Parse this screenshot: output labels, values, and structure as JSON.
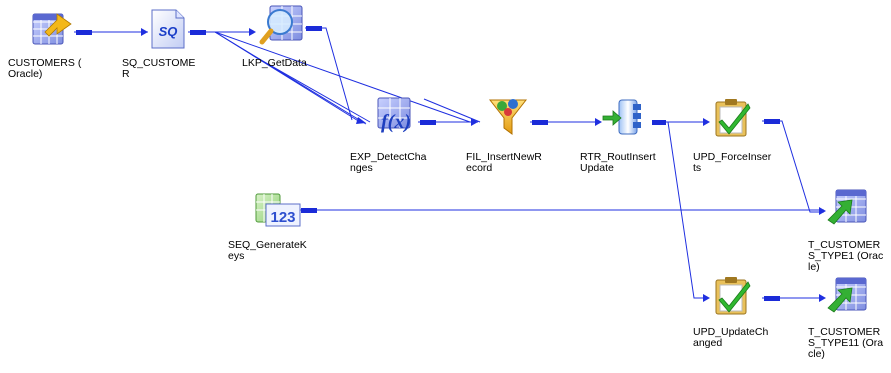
{
  "mapping": {
    "nodes": [
      {
        "id": "src",
        "name": "source-customers",
        "icon": "source-table-icon",
        "label": "CUSTOMERS (\nOracle)"
      },
      {
        "id": "sq",
        "name": "source-qualifier",
        "icon": "source-qualifier-icon",
        "sq_text": "SQ",
        "label": "SQ_CUSTOME\nR"
      },
      {
        "id": "lkp",
        "name": "lookup-getdata",
        "icon": "lookup-icon",
        "label": "LKP_GetData"
      },
      {
        "id": "exp",
        "name": "expression-detectchanges",
        "icon": "expression-icon",
        "fx_text": "f(x)",
        "label": "EXP_DetectCha\nnges"
      },
      {
        "id": "fil",
        "name": "filter-insertnewrecord",
        "icon": "filter-icon",
        "label": "FIL_InsertNewR\necord"
      },
      {
        "id": "rtr",
        "name": "router-routinsertupdate",
        "icon": "router-icon",
        "label": "RTR_RoutInsert\nUpdate"
      },
      {
        "id": "upd1",
        "name": "update-strategy-forceinserts",
        "icon": "update-strategy-icon",
        "label": "UPD_ForceInser\nts"
      },
      {
        "id": "upd2",
        "name": "update-strategy-updatechanged",
        "icon": "update-strategy-icon",
        "label": "UPD_UpdateCh\nanged"
      },
      {
        "id": "seq",
        "name": "sequence-generatekeys",
        "icon": "sequence-generator-icon",
        "seq_text": "123",
        "label": "SEQ_GenerateK\neys"
      },
      {
        "id": "t1",
        "name": "target-customers-type1",
        "icon": "target-table-icon",
        "label": "T_CUSTOMER\nS_TYPE1 (Orac\nle)"
      },
      {
        "id": "t11",
        "name": "target-customers-type11",
        "icon": "target-table-icon",
        "label": "T_CUSTOMER\nS_TYPE11 (Ora\ncle)"
      }
    ]
  },
  "colors": {
    "link": "#1f2fe0",
    "port": "#1b2bd8",
    "table": "#8a96e8",
    "arrow": "#f3b81a",
    "check": "#30b830",
    "clipboard": "#e9c15a"
  }
}
